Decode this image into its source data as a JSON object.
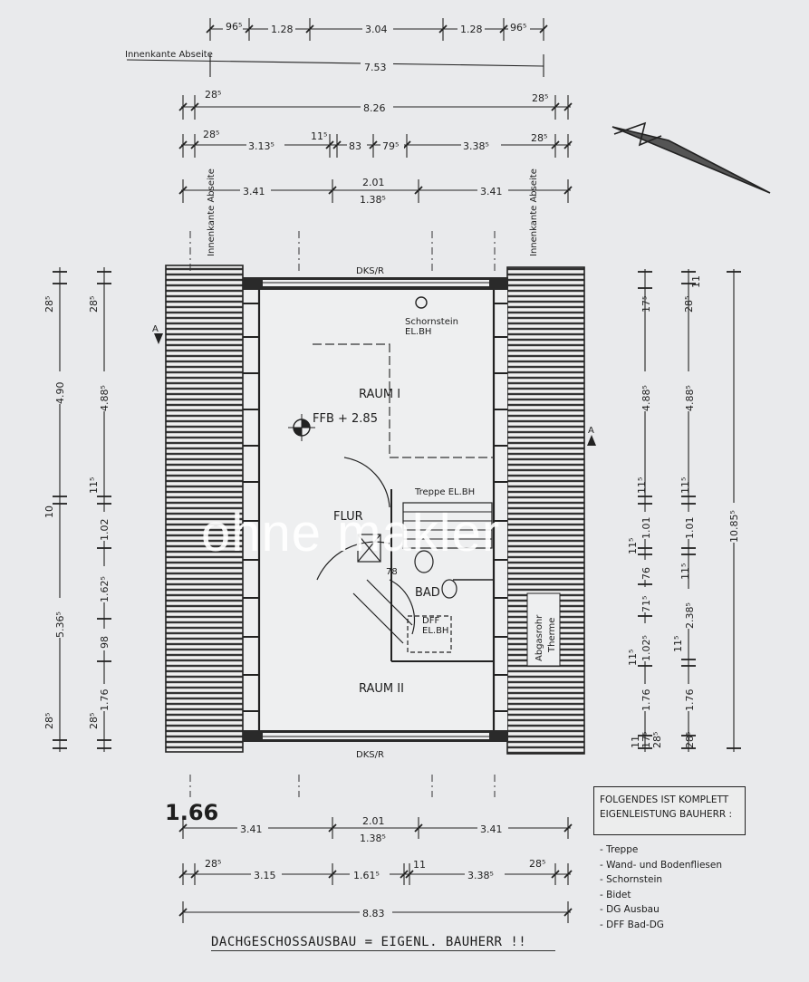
{
  "watermark": {
    "text": "ohne makler"
  },
  "top_dimensions": {
    "row1": [
      "96⁵",
      "1.28",
      "3.04",
      "1.28",
      "96⁵"
    ],
    "row2_label": "Innenkante Abseite",
    "row2": "7.53",
    "row3": [
      "28⁵",
      "8.26",
      "28⁵"
    ],
    "row4": [
      "28⁵",
      "3.13⁵",
      "11⁵",
      "83",
      "79⁵",
      "3.38⁵",
      "28⁵"
    ],
    "row5": [
      "3.41",
      "2.01",
      "1.38⁵",
      "3.41"
    ]
  },
  "bottom_dimensions": {
    "row1": [
      "3.41",
      "2.01",
      "1.38⁵",
      "3.41"
    ],
    "row2": [
      "28⁵",
      "3.15",
      "1.61⁵",
      "11",
      "3.38⁵",
      "28⁵"
    ],
    "row3": "8.83"
  },
  "left_dimensions": {
    "outer": [
      "28⁵",
      "4.90",
      "10",
      "5.36⁵",
      "28⁵"
    ],
    "inner": [
      "28⁵",
      "4.88⁵",
      "11⁵",
      "1.02",
      "1.62⁵",
      "98",
      "1.76",
      "28⁵"
    ]
  },
  "right_dimensions": {
    "inner": [
      "11",
      "17⁵",
      "4.88⁵",
      "11⁵",
      "1.01",
      "11⁵",
      "76",
      "71⁵",
      "1.02⁵",
      "11⁵",
      "1.76",
      "11",
      "17⁵",
      "28⁵"
    ],
    "mid": [
      "28⁵",
      "4.88⁵",
      "11⁵",
      "1.01",
      "11⁵",
      "2.38⁵",
      "11⁵",
      "1.76",
      "28⁵"
    ],
    "outer": "10.85⁵"
  },
  "rooms": {
    "raum1": "RAUM I",
    "raum2": "RAUM II",
    "flur": "FLUR",
    "bad": "BAD",
    "ffb": "FFB + 2.85",
    "schornstein": "Schornstein",
    "schornstein_sub": "EL.BH",
    "treppe": "Treppe EL.BH",
    "dfw_top": "DKS/R",
    "dfw_bottom": "DKS/R",
    "dff": "DFF",
    "dff_sub": "EL.BH",
    "innenkante_left": "Innenkante Abseite",
    "innenkante_right": "Innenkante Abseite",
    "abgasrohr": "Abgasrohr",
    "therme": "Therme",
    "section_mark": "A",
    "small_78": "78",
    "partial_mark": "1.66"
  },
  "note_box": {
    "line1": "FOLGENDES IST KOMPLETT",
    "line2": "EIGENLEISTUNG BAUHERR :"
  },
  "note_items": [
    "- Treppe",
    "- Wand- und Bodenfliesen",
    "- Schornstein",
    "- Bidet",
    "- DG Ausbau",
    "- DFF Bad-DG"
  ],
  "footer": {
    "title": "DACHGESCHOSSAUSBAU = EIGENL. BAUHERR !!"
  }
}
